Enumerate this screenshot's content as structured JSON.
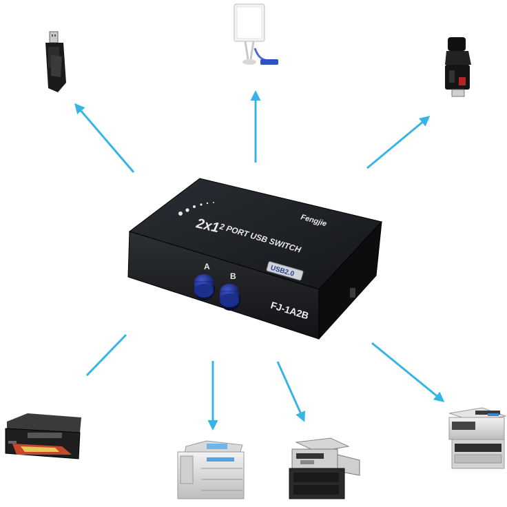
{
  "device": {
    "ratio": "2x1",
    "title": "2 PORT USB SWITCH",
    "brand": "Fengjie",
    "usb_badge": "USB2.0",
    "model": "FJ-1A2B",
    "port_a": "A",
    "port_b": "B"
  },
  "colors": {
    "arrow": "#36b4e6",
    "device_body": "#1a1c20",
    "button": "#1b2f8c"
  },
  "peripherals": [
    {
      "name": "usb-flash-drive"
    },
    {
      "name": "wifi-antenna-adapter"
    },
    {
      "name": "usb-dongle"
    },
    {
      "name": "inkjet-printer"
    },
    {
      "name": "copier"
    },
    {
      "name": "multifunction-printer"
    },
    {
      "name": "laser-printer"
    }
  ]
}
